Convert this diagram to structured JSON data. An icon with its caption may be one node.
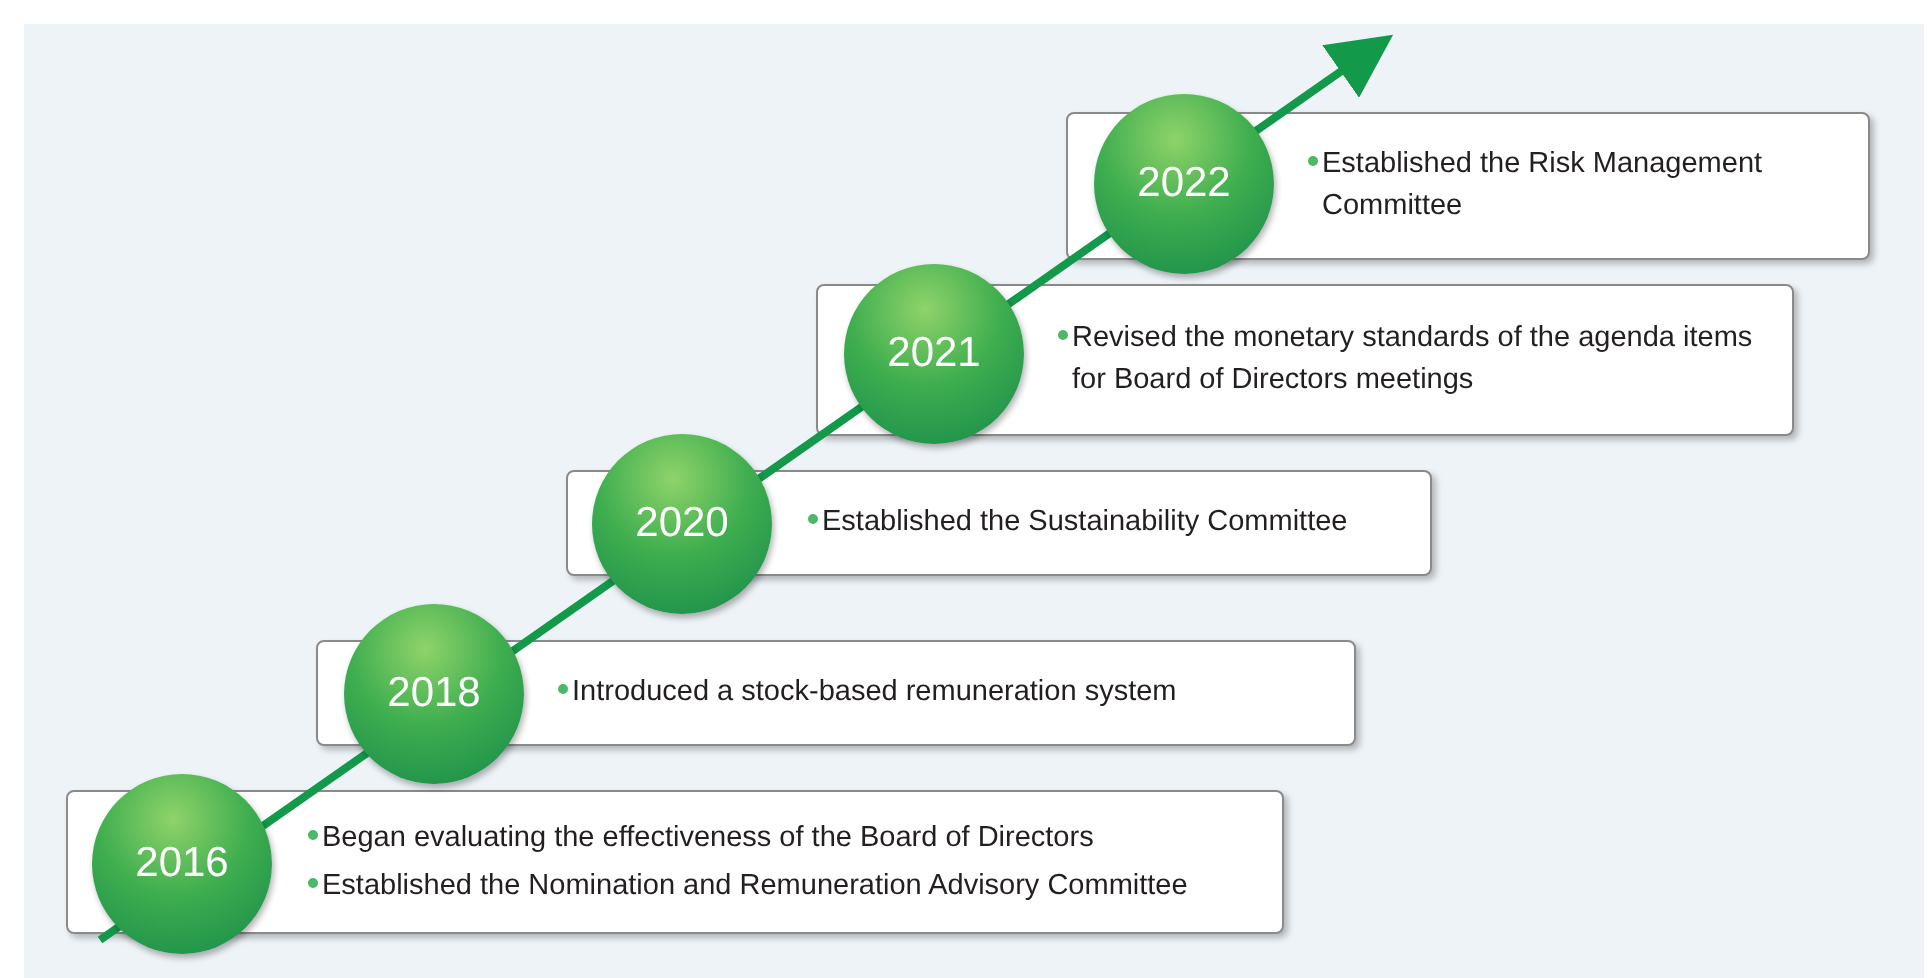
{
  "diagram": {
    "nodes": [
      {
        "text": [
          "2016"
        ]
      },
      {
        "text": [
          "Began evaluating the effectiveness of the Board of Directors",
          "Established the Nomination and Remuneration Advisory Committee"
        ]
      },
      {
        "text": [
          "2018"
        ]
      },
      {
        "text": [
          "Introduced a stock-based remuneration system"
        ]
      },
      {
        "text": [
          "2020"
        ]
      },
      {
        "text": [
          "Established the Sustainability Committee"
        ]
      },
      {
        "text": [
          "2021"
        ]
      },
      {
        "text": [
          "Revised the monetary standards of the agenda items for Board of Directors meetings"
        ]
      },
      {
        "text": [
          "2022"
        ]
      },
      {
        "text": [
          "Established the Risk Management Committee"
        ]
      }
    ]
  }
}
